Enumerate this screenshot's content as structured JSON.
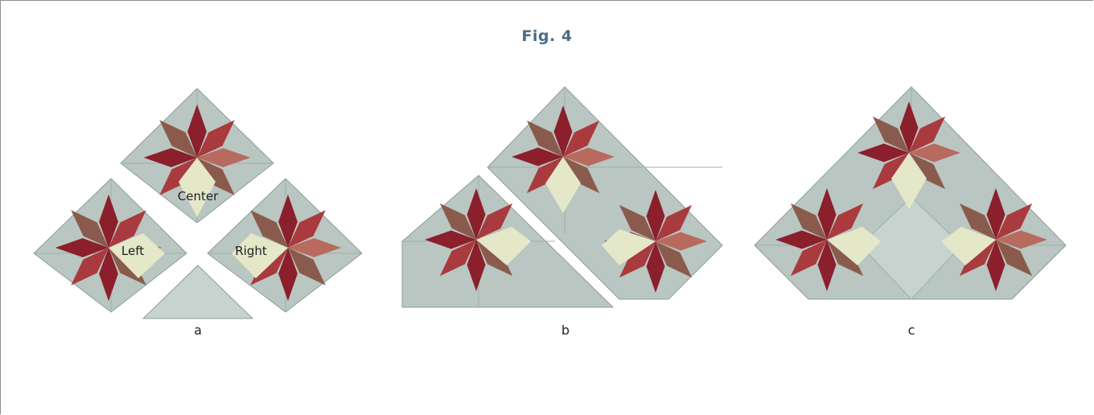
{
  "figure": {
    "title": "Fig. 4",
    "panels": [
      {
        "label": "a",
        "block_labels": [
          "Center",
          "Left",
          "Right"
        ]
      },
      {
        "label": "b"
      },
      {
        "label": "c"
      }
    ]
  },
  "colors": {
    "background_fabric": "#b9c6c1",
    "background_fabric_light": "#c7d3cf",
    "seam": "#8e9e99",
    "dark_red": "#8b1f2b",
    "red_print": "#a93a3e",
    "rose_print": "#b86a5f",
    "brown_print": "#8a5b4c",
    "cream_print": "#e4e8c9",
    "frame_border": "#8a8f95",
    "title_color": "#4b6b86"
  }
}
